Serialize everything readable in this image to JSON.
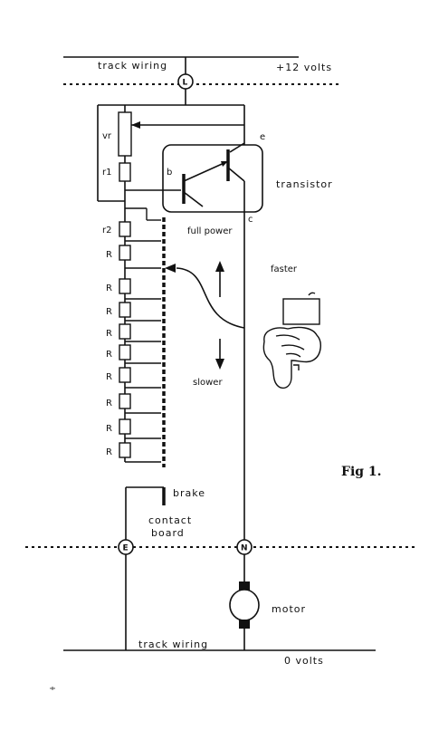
{
  "labels": {
    "track_wiring_top": "track  wiring",
    "plus12": "+12  volts",
    "vr": "vr",
    "r1": "r1",
    "r2": "r2",
    "R": "R",
    "e": "e",
    "b": "b",
    "c": "c",
    "transistor": "transistor",
    "full_power": "full power",
    "faster": "faster",
    "slower": "slower",
    "fig": "Fig 1.",
    "brake": "brake",
    "contact_board_1": "contact",
    "contact_board_2": "board",
    "motor": "motor",
    "track_wiring_bottom": "track  wiring",
    "zero_volts": "0  volts",
    "node_L": "L",
    "node_E": "E",
    "node_N": "N"
  }
}
